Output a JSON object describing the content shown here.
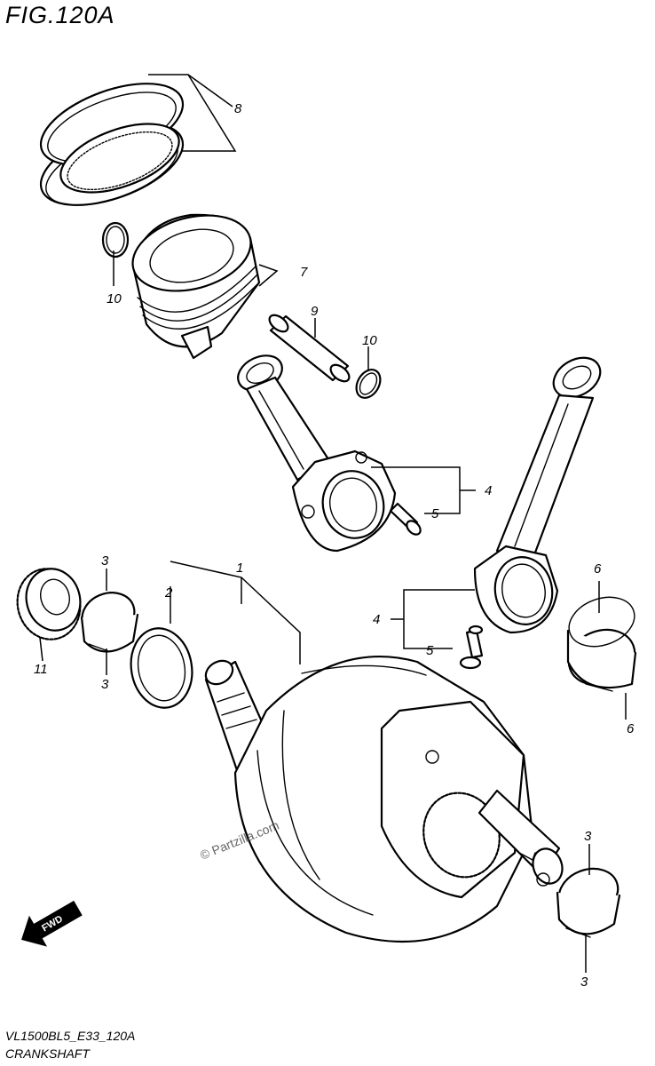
{
  "figure_title": "FIG.120A",
  "footer": {
    "code": "VL1500BL5_E33_120A",
    "name": "CRANKSHAFT"
  },
  "watermark": "© Partzilla.com",
  "fwd_label": "FWD",
  "callouts": {
    "c1": "1",
    "c2": "2",
    "c3a": "3",
    "c3b": "3",
    "c3c": "3",
    "c3d": "3",
    "c4a": "4",
    "c4b": "4",
    "c5a": "5",
    "c5b": "5",
    "c6a": "6",
    "c6b": "6",
    "c7": "7",
    "c8": "8",
    "c9": "9",
    "c10a": "10",
    "c10b": "10",
    "c11": "11"
  }
}
